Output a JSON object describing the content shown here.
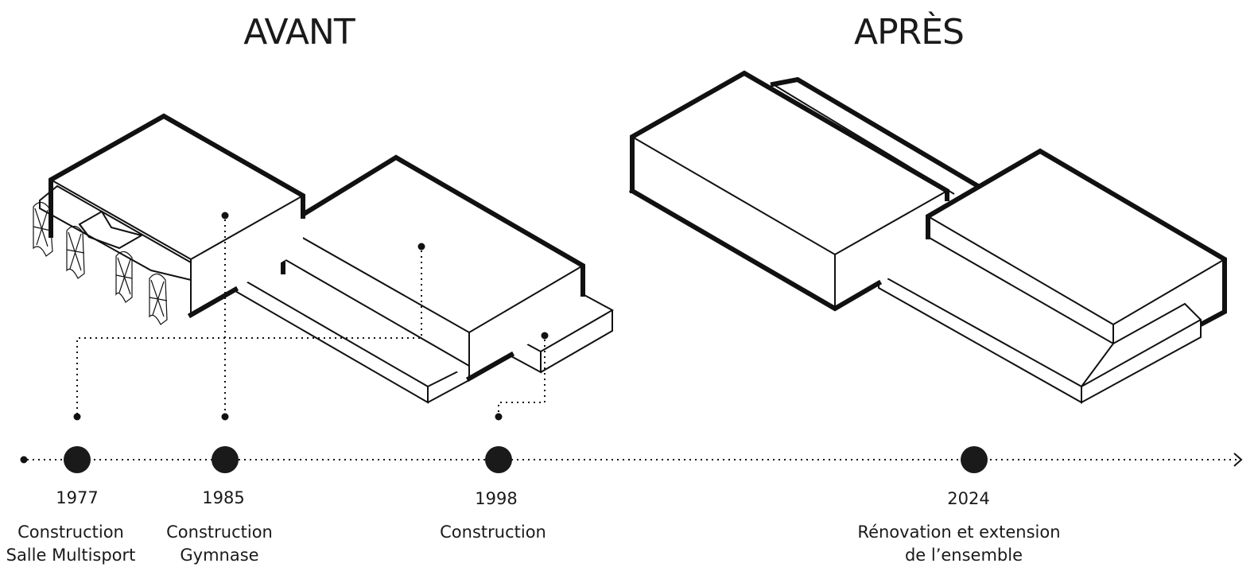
{
  "headings": {
    "before": "AVANT",
    "after": "APRÈS"
  },
  "timeline": [
    {
      "year": "1977",
      "lines": [
        "Construction",
        "Salle Multisport"
      ]
    },
    {
      "year": "1985",
      "lines": [
        "Construction",
        "Gymnase"
      ]
    },
    {
      "year": "1998",
      "lines": [
        "Construction"
      ]
    },
    {
      "year": "2024",
      "lines": [
        "Rénovation et extension",
        "de l’ensemble"
      ]
    }
  ],
  "colors": {
    "ink": "#111111",
    "background": "#ffffff"
  }
}
